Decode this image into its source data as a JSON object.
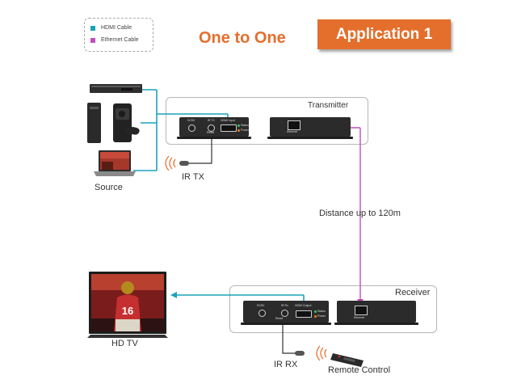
{
  "legend": {
    "hdmi_label": "HDMI Cable",
    "ethernet_label": "Ethernet Cable"
  },
  "title": "One to One",
  "badge": "Application 1",
  "transmitter": {
    "label": "Transmitter",
    "port_dc": "DC5V",
    "port_ir": "IR TX",
    "port_reset": "Reset",
    "port_hdmi": "HDMI Input",
    "led_status": "Status",
    "led_power": "Power",
    "port_ethernet": "Ethernet"
  },
  "receiver": {
    "label": "Receiver",
    "port_dc": "DC5V",
    "port_ir": "IR Rx",
    "port_reset": "Reset",
    "port_hdmi": "HDMI Output",
    "led_status": "Status",
    "led_power": "Power",
    "port_ethernet": "Ethernet"
  },
  "labels": {
    "source": "Source",
    "ir_tx": "IR TX",
    "distance": "Distance up to 120m",
    "hd_tv": "HD TV",
    "ir_rx": "IR RX",
    "remote": "Remote Control",
    "tv_jersey": "16"
  },
  "colors": {
    "hdmi": "#1aa3b8",
    "ethernet": "#c24dbe",
    "accent": "#e46f2c"
  }
}
